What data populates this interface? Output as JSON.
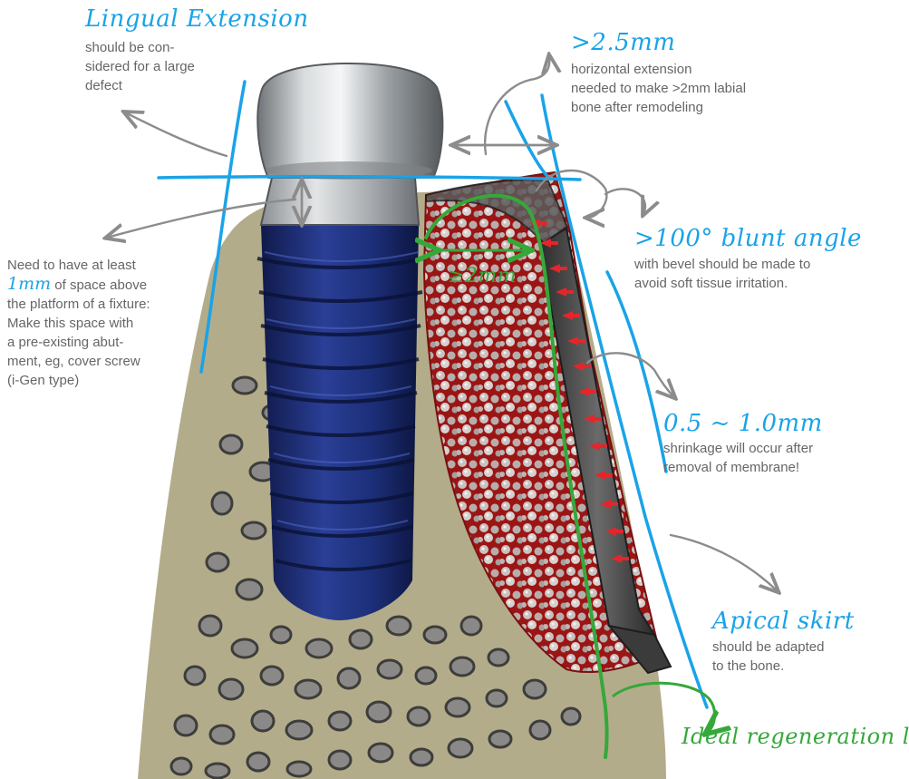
{
  "colors": {
    "accent_blue": "#1aa3e8",
    "regeneration_green": "#35a83a",
    "arrow_red": "#e3262b",
    "implant_navy": "#1c2f7a",
    "bone_beige": "#b3ac8a",
    "membrane_dark": "#4a4a4a",
    "note_grey": "#666666"
  },
  "annotations": {
    "lingual": {
      "title": "Lingual Extension",
      "body": [
        "should be con-",
        "sidered for a large",
        "defect"
      ]
    },
    "horizontal": {
      "title": ">2.5mm",
      "body": [
        "horizontal extension",
        "needed to make >2mm labial",
        "bone after remodeling"
      ]
    },
    "platform": {
      "line1": "Need to have at least",
      "highlight": "1mm",
      "line2_rest": " of space above",
      "body": [
        "the platform of a fixture:",
        "Make this space with",
        "a pre-existing abut-",
        "ment, eg, cover screw",
        "(i-Gen type)"
      ]
    },
    "gap": {
      "label": "≥2mm"
    },
    "angle": {
      "title": ">100° blunt angle",
      "body": [
        "with bevel should be made to",
        "avoid soft tissue irritation."
      ]
    },
    "shrinkage": {
      "title": "0.5 ~ 1.0mm",
      "body": [
        "shrinkage will occur after",
        "removal of membrane!"
      ]
    },
    "apical": {
      "title": "Apical skirt",
      "body": [
        "should be adapted",
        "to the bone."
      ]
    },
    "ideal": {
      "title": "Ideal regeneration line"
    }
  }
}
